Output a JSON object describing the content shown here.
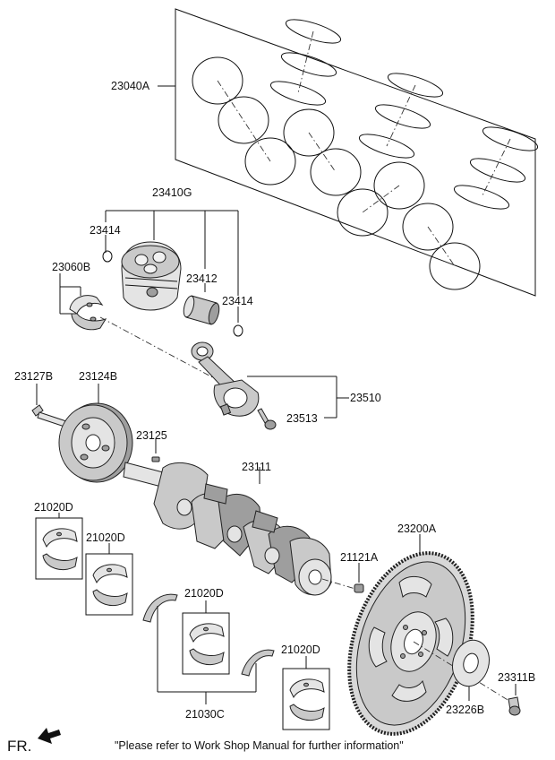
{
  "parts": {
    "piston_ring_set": "23040A",
    "piston_assy": "23410G",
    "snap_ring_left": "23414",
    "piston_pin": "23412",
    "snap_ring_right": "23414",
    "rod_bearing": "23060B",
    "pulley_bolt": "23127B",
    "crank_pulley": "23124B",
    "connecting_rod_assy": "23510",
    "rod_bolt": "23513",
    "key": "23125",
    "crankshaft": "23111",
    "main_bearing_1": "21020D",
    "main_bearing_2": "21020D",
    "main_bearing_3": "21020D",
    "main_bearing_4": "21020D",
    "dowel_pin": "21121A",
    "drive_plate": "23200A",
    "thrust_washer": "21030C",
    "adapter_plate": "23226B",
    "drive_plate_bolt": "23311B"
  },
  "footer": {
    "direction_label": "FR.",
    "note": "\"Please refer to Work Shop Manual for further information\""
  }
}
